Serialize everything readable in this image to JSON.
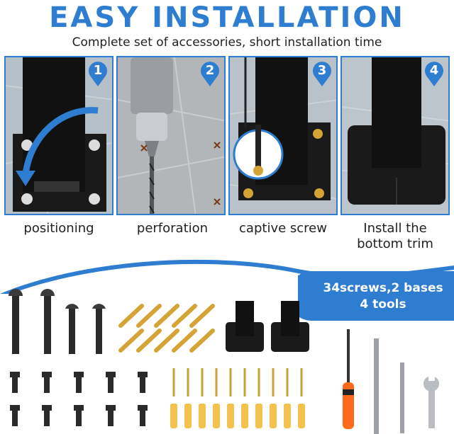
{
  "title": "EASY INSTALLATION",
  "subtitle": "Complete set of accessories, short installation time",
  "steps": [
    {
      "number": "1",
      "caption": "positioning"
    },
    {
      "number": "2",
      "caption": "perforation"
    },
    {
      "number": "3",
      "caption": "captive screw"
    },
    {
      "number": "4",
      "caption_line1": "Install the",
      "caption_line2": "bottom trim"
    }
  ],
  "contents": {
    "line1": "34screws,2 bases",
    "line2": "4 tools"
  },
  "colors": {
    "brand_blue": "#2f7dd0",
    "post_black": "#1a1a1a",
    "floor_gray": "#b9c3cb",
    "brass": "#d4a437",
    "anchor_yellow": "#f2c14e",
    "handle_orange": "#ff6a1a"
  }
}
